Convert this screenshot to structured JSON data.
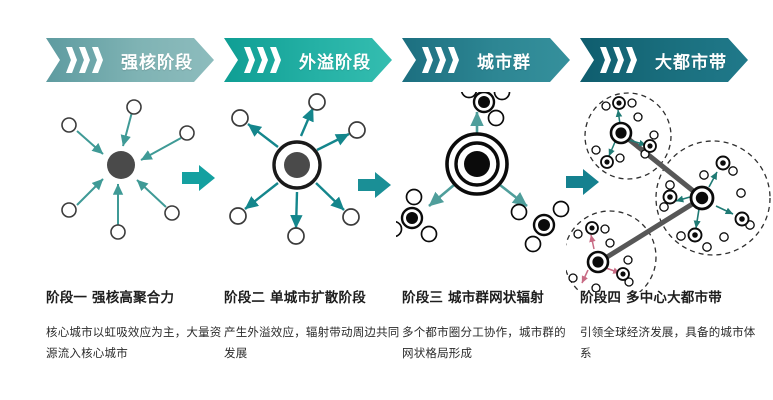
{
  "theme": {
    "banner_colors": [
      "#7fb3b4",
      "#25b1a5",
      "#2d8693",
      "#1a6f7e"
    ],
    "arrow_teal": "#14a0a0",
    "hub_dark": "#4a4a4a",
    "node_black": "#111111",
    "link_gray": "#575757",
    "background": "#ffffff",
    "title_color": "#1d1d1d",
    "body_color": "#2b2b2b"
  },
  "banners": [
    {
      "label": "强核阶段"
    },
    {
      "label": "外溢阶段"
    },
    {
      "label": "城市群"
    },
    {
      "label": "大都市带"
    }
  ],
  "connectors": [
    {
      "name": "stage-1-to-2"
    },
    {
      "name": "stage-2-to-3"
    },
    {
      "name": "stage-3-to-4"
    }
  ],
  "stages": [
    {
      "title": "阶段一 强核高聚合力",
      "body": "核心城市以虹吸效应为主，大量资源流入核心城市",
      "diagram": "inward-convergence"
    },
    {
      "title": "阶段二 单城市扩散阶段",
      "body": "产生外溢效应，辐射带动周边共同发展",
      "diagram": "outward-spillover"
    },
    {
      "title": "阶段三 城市群网状辐射",
      "body": "多个都市圈分工协作，城市群的网状格局形成",
      "diagram": "cluster-network"
    },
    {
      "title": "阶段四 多中心大都市带",
      "body": "引领全球经济发展，具备的城市体系",
      "diagram": "megalopolis-belt"
    }
  ]
}
